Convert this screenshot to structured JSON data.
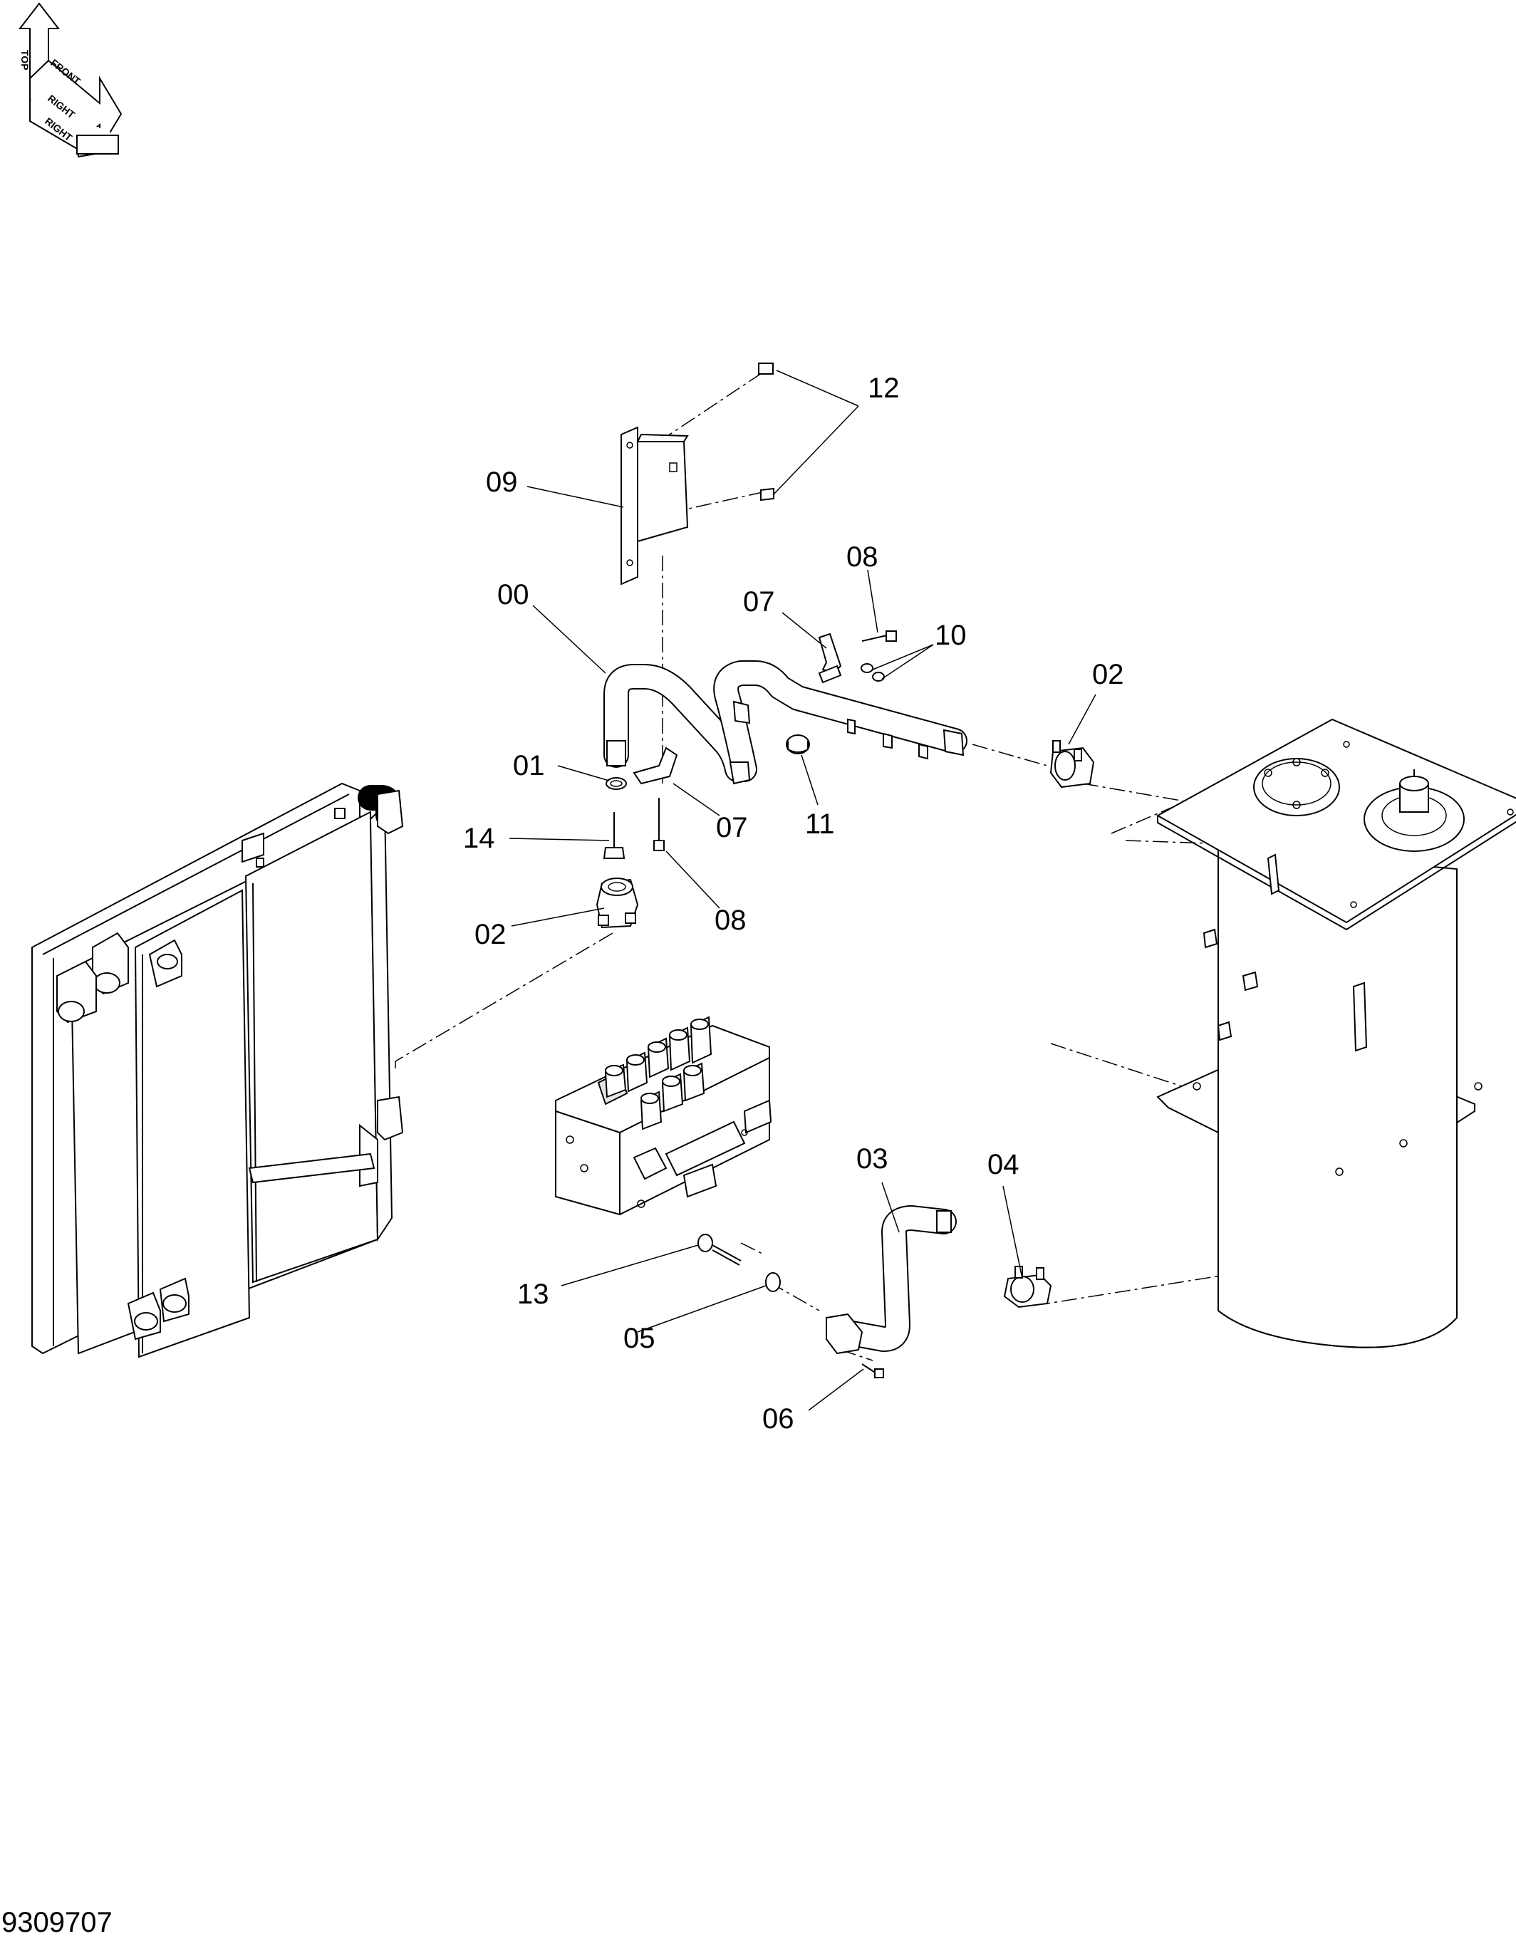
{
  "orientation": {
    "labels": [
      "TOP",
      "FRONT",
      "RIGHT"
    ]
  },
  "callouts": [
    {
      "id": "12",
      "text": "12"
    },
    {
      "id": "09",
      "text": "09"
    },
    {
      "id": "08a",
      "text": "08"
    },
    {
      "id": "07a",
      "text": "07"
    },
    {
      "id": "10",
      "text": "10"
    },
    {
      "id": "00",
      "text": "00"
    },
    {
      "id": "02a",
      "text": "02"
    },
    {
      "id": "01",
      "text": "01"
    },
    {
      "id": "07b",
      "text": "07"
    },
    {
      "id": "11",
      "text": "11"
    },
    {
      "id": "14",
      "text": "14"
    },
    {
      "id": "08b",
      "text": "08"
    },
    {
      "id": "02b",
      "text": "02"
    },
    {
      "id": "03",
      "text": "03"
    },
    {
      "id": "04",
      "text": "04"
    },
    {
      "id": "13",
      "text": "13"
    },
    {
      "id": "05",
      "text": "05"
    },
    {
      "id": "06",
      "text": "06"
    }
  ],
  "drawing_number": "9309707"
}
